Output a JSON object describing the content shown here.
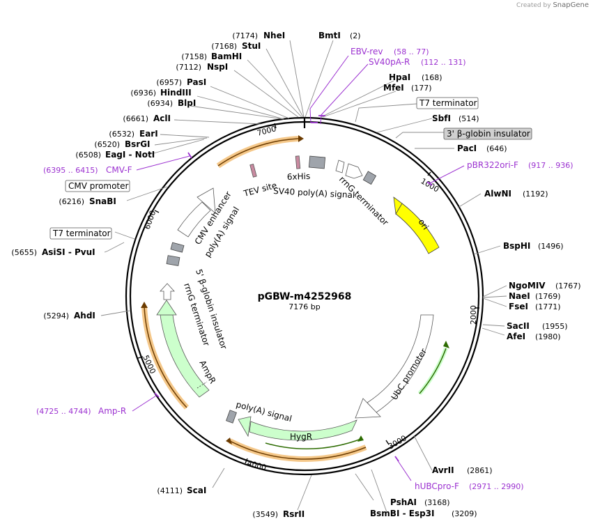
{
  "brand": {
    "prefix": "Created by",
    "name": "SnapGene"
  },
  "map": {
    "name": "pGBW-m4252968",
    "size_label": "7176 bp",
    "length": 7176,
    "ticks": [
      "1000",
      "2000",
      "3000",
      "4000",
      "5000",
      "6000",
      "7000"
    ]
  },
  "sites": [
    {
      "name": "NheI",
      "pos": "(7174)"
    },
    {
      "name": "BmtI",
      "pos": "(2)"
    },
    {
      "name": "StuI",
      "pos": "(7168)"
    },
    {
      "name": "BamHI",
      "pos": "(7158)"
    },
    {
      "name": "NspI",
      "pos": "(7112)"
    },
    {
      "name": "HpaI",
      "pos": "(168)"
    },
    {
      "name": "MfeI",
      "pos": "(177)"
    },
    {
      "name": "PasI",
      "pos": "(6957)"
    },
    {
      "name": "HindIII",
      "pos": "(6936)"
    },
    {
      "name": "BlpI",
      "pos": "(6934)"
    },
    {
      "name": "SbfI",
      "pos": "(514)"
    },
    {
      "name": "AclI",
      "pos": "(6661)"
    },
    {
      "name": "EarI",
      "pos": "(6532)"
    },
    {
      "name": "BsrGI",
      "pos": "(6520)"
    },
    {
      "name": "PacI",
      "pos": "(646)"
    },
    {
      "name": "EagI - NotI",
      "pos": "(6508)"
    },
    {
      "name": "AlwNI",
      "pos": "(1192)"
    },
    {
      "name": "SnaBI",
      "pos": "(6216)"
    },
    {
      "name": "BspHI",
      "pos": "(1496)"
    },
    {
      "name": "AsiSI - PvuI",
      "pos": "(5655)"
    },
    {
      "name": "NgoMIV",
      "pos": "(1767)"
    },
    {
      "name": "NaeI",
      "pos": "(1769)"
    },
    {
      "name": "FseI",
      "pos": "(1771)"
    },
    {
      "name": "AhdI",
      "pos": "(5294)"
    },
    {
      "name": "SacII",
      "pos": "(1955)"
    },
    {
      "name": "AfeI",
      "pos": "(1980)"
    },
    {
      "name": "AvrII",
      "pos": "(2861)"
    },
    {
      "name": "ScaI",
      "pos": "(4111)"
    },
    {
      "name": "PshAI",
      "pos": "(3168)"
    },
    {
      "name": "RsrII",
      "pos": "(3549)"
    },
    {
      "name": "BsmBI - Esp3I",
      "pos": "(3209)"
    }
  ],
  "primers": [
    {
      "name": "EBV-rev",
      "pos": "(58 .. 77)"
    },
    {
      "name": "SV40pA-R",
      "pos": "(112 .. 131)"
    },
    {
      "name": "pBR322ori-F",
      "pos": "(917 .. 936)"
    },
    {
      "name": "CMV-F",
      "pos": "(6395 .. 6415)"
    },
    {
      "name": "Amp-R",
      "pos": "(4725 .. 4744)"
    },
    {
      "name": "hUBCpro-F",
      "pos": "(2971 .. 2990)"
    }
  ],
  "boxed_labels": [
    "T7 terminator",
    "3' β-globin insulator",
    "CMV promoter",
    "T7 terminator"
  ],
  "feature_labels": {
    "tev": "TEV site",
    "his": "6xHis",
    "sv40": "SV40 poly(A) signal",
    "rrng1": "rrnG terminator",
    "ori": "ori",
    "cmv_enh": "CMV enhancer",
    "polya1": "poly(A) signal",
    "globin5": "5' β-globin insulator",
    "rrng2": "rrnG terminator",
    "ampr": "AmpR",
    "ubc": "UbC promoter",
    "polya2": "poly(A) signal",
    "hygr": "HygR"
  },
  "colors": {
    "backbone": "#000000",
    "ori": "#ffff00",
    "resistance": "#ccffcc",
    "gray_feature": "#9fa4ab",
    "primer": "#9b30d0",
    "orf": "#e8a33d",
    "leader": "#8a8a8a"
  }
}
